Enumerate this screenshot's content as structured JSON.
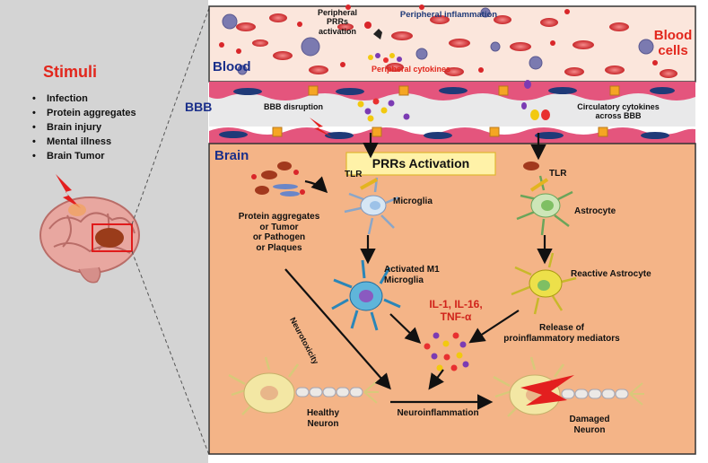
{
  "stimuli": {
    "title": "Stimuli",
    "items": [
      "Infection",
      "Protein aggregates",
      "Brain injury",
      "Mental illness",
      "Brain Tumor"
    ]
  },
  "blood": {
    "label": "Blood",
    "cells_label": "Blood\ncells",
    "prr_activation": "Peripheral\nPRRs\nactivation",
    "inflammation": "Peripheral inflammation",
    "cytokines": "Peripheral cytokines"
  },
  "bbb": {
    "label": "BBB",
    "disruption": "BBB disruption",
    "circulatory": "Circulatory cytokines\nacross BBB"
  },
  "brain": {
    "label": "Brain",
    "prrs_activation": "PRRs Activation",
    "tlr_left": "TLR",
    "tlr_right": "TLR",
    "microglia": "Microglia",
    "astrocyte": "Astrocyte",
    "stimuli_sources": "Protein aggregates\nor Tumor\nor Pathogen\nor Plaques",
    "activated_m1": "Activated M1\nMicroglia",
    "reactive_astrocyte": "Reactive Astrocyte",
    "cytokine_list": "IL-1, IL-16,\nTNF-α",
    "release": "Release of\nproinflammatory mediators",
    "neurotoxicity": "Neurotoxicity",
    "healthy_neuron": "Healthy\nNeuron",
    "neuroinflammation": "Neuroinflammation",
    "damaged_neuron": "Damaged\nNeuron"
  },
  "colors": {
    "blood_bg": "#fbe6dc",
    "brain_bg": "#f4b487",
    "endothelium": "#e4557d",
    "nucleus": "#1f3a78",
    "stimuli_red": "#e2261c",
    "blood_label": "#1a2f8a",
    "cytokine_text": "#d0231b"
  }
}
